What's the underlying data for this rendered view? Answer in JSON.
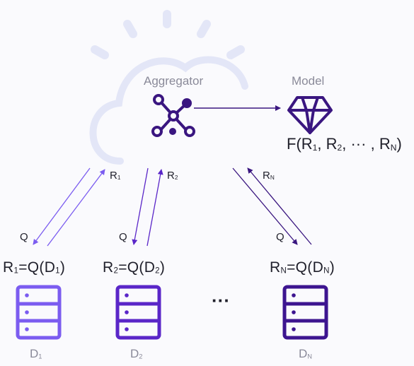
{
  "aggregator": {
    "label": "Aggregator"
  },
  "model": {
    "label": "Model",
    "formula_prefix": "F(",
    "formula_args": [
      {
        "base": "R",
        "sub": "1"
      },
      {
        "base": "R",
        "sub": "2"
      },
      {
        "base": "R",
        "sub": "N"
      }
    ],
    "formula_ellipsis": "···",
    "formula_suffix": ")"
  },
  "query_label": "Q",
  "clients": [
    {
      "response": {
        "base": "R",
        "sub": "1"
      },
      "data": {
        "base": "D",
        "sub": "1"
      },
      "color": "#7b5cf0"
    },
    {
      "response": {
        "base": "R",
        "sub": "2"
      },
      "data": {
        "base": "D",
        "sub": "2"
      },
      "color": "#5a26c8"
    },
    {
      "response": {
        "base": "R",
        "sub": "N"
      },
      "data": {
        "base": "D",
        "sub": "N"
      },
      "color": "#3d1590"
    }
  ],
  "ellipsis": "···",
  "colors": {
    "cloud": "#e3e6f7",
    "aggregator_icon": "#3a1680",
    "arrow": "#3a1680",
    "text": "#1f1f2a",
    "muted": "#8a8a99"
  },
  "icons": {
    "cloud": "cloud-sun-icon",
    "aggregator": "network-hub-icon",
    "model": "diamond-icon",
    "server": "server-icon"
  }
}
